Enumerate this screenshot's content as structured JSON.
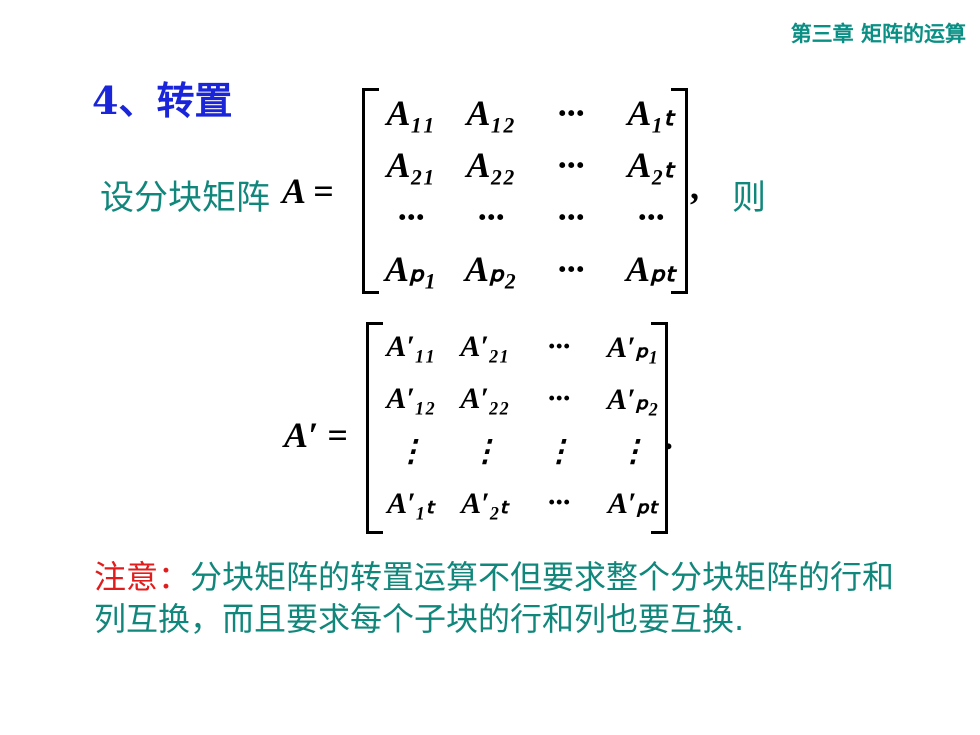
{
  "header": {
    "chapter": "第三章 矩阵的运算"
  },
  "section": {
    "title": "4、转置"
  },
  "intro": {
    "text": "设分块矩阵",
    "then": "则",
    "comma": ",",
    "period": "."
  },
  "matrix_a": {
    "label": "A =",
    "rows": [
      [
        "A₁₁",
        "A₁₂",
        "···",
        "A₁ₜ"
      ],
      [
        "A₂₁",
        "A₂₂",
        "···",
        "A₂ₜ"
      ],
      [
        "···",
        "···",
        "···",
        "···"
      ],
      [
        "Aₚ₁",
        "Aₚ₂",
        "···",
        "Aₚₜ"
      ]
    ]
  },
  "matrix_at": {
    "label": "A′ =",
    "rows": [
      [
        "A′₁₁",
        "A′₂₁",
        "···",
        "A′ₚ₁"
      ],
      [
        "A′₁₂",
        "A′₂₂",
        "···",
        "A′ₚ₂"
      ],
      [
        "⋮",
        "⋮",
        "⋮",
        "⋮"
      ],
      [
        "A′₁ₜ",
        "A′₂ₜ",
        "···",
        "A′ₚₜ"
      ]
    ]
  },
  "note": {
    "label": "注意：",
    "text": "分块矩阵的转置运算不但要求整个分块矩阵的行和列互换，而且要求每个子块的行和列也要互换."
  }
}
